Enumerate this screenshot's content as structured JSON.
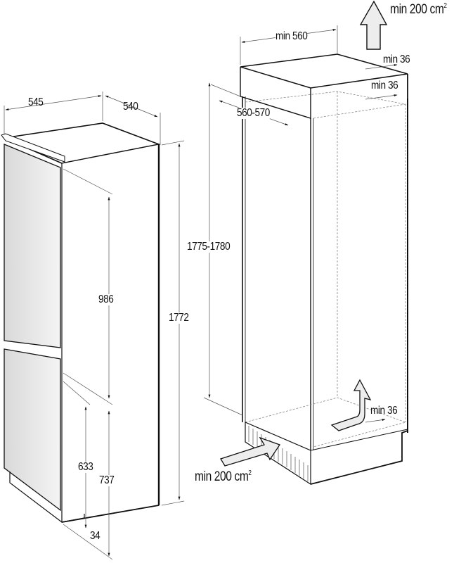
{
  "fridge": {
    "width": "545",
    "depth": "540",
    "height": "1772",
    "upper_door_height": "986",
    "lower_door_height": "633",
    "lower_section_height": "737",
    "plinth_height": "34"
  },
  "niche": {
    "min_width": "min 560",
    "depth_range": "560-570",
    "height_range": "1775-1780",
    "top_gap_back": "min 36",
    "top_gap_side": "min 36",
    "bottom_gap": "min 36",
    "vent_top": {
      "prefix": "min 200 cm",
      "sup": "2"
    },
    "vent_bottom": {
      "prefix": "min 200 cm",
      "sup": "2"
    }
  },
  "colors": {
    "line": "#111111",
    "thin_line": "#555555",
    "door_fill": "#e6e6e6",
    "arrow_fill": "#ededed"
  }
}
